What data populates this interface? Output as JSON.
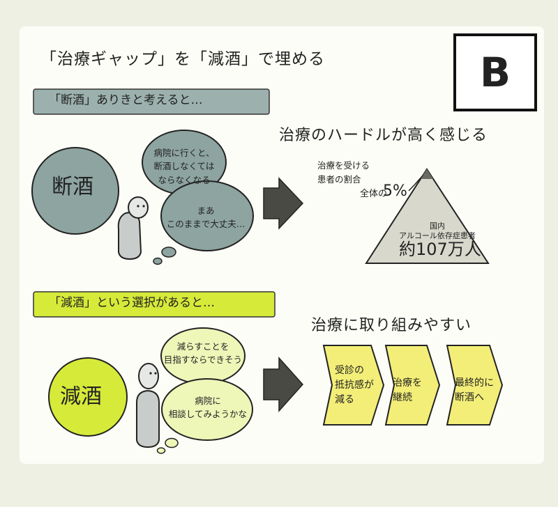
{
  "title": "「治療ギャップ」を「減酒」で埋める",
  "badge": "B",
  "colors": {
    "accent_green": "#d6ea3a",
    "circle_teal": "#8da4a0",
    "banner_teal": "#9cb1ad",
    "arrow_dark": "#4a4a45",
    "step_yellow": "#f3ee78",
    "pyramid_fill": "#d8d8cc",
    "bubble_pale": "#eef6b8"
  },
  "section_abstinence": {
    "banner": "「断酒」ありきと考えると…",
    "circle_label": "断酒",
    "bubble_1": "病院に行くと、\n断酒しなくては\nならなくなる",
    "bubble_2": "まあ\nこのままで大丈夫…",
    "headline": "治療のハードルが高く感じる",
    "pyramid": {
      "treatment_rate_label": "治療を受ける\n患者の割合",
      "share_text": "全体の",
      "share_value": "5%",
      "share_fraction": 0.05,
      "population_label": "国内\nアルコール依存症患者",
      "population_count": "約107万人"
    }
  },
  "section_reduction": {
    "banner": "「減酒」という選択があると…",
    "circle_label": "減酒",
    "bubble_1": "減らすことを\n目指すならできそう",
    "bubble_2": "病院に\n相談してみようかな",
    "headline": "治療に取り組みやすい",
    "steps": [
      "受診の\n抵抗感が\n減る",
      "治療を\n継続",
      "最終的に\n断酒へ"
    ]
  },
  "icons": [
    "person-icon",
    "thought-bubble-icon",
    "arrow-right-icon"
  ]
}
